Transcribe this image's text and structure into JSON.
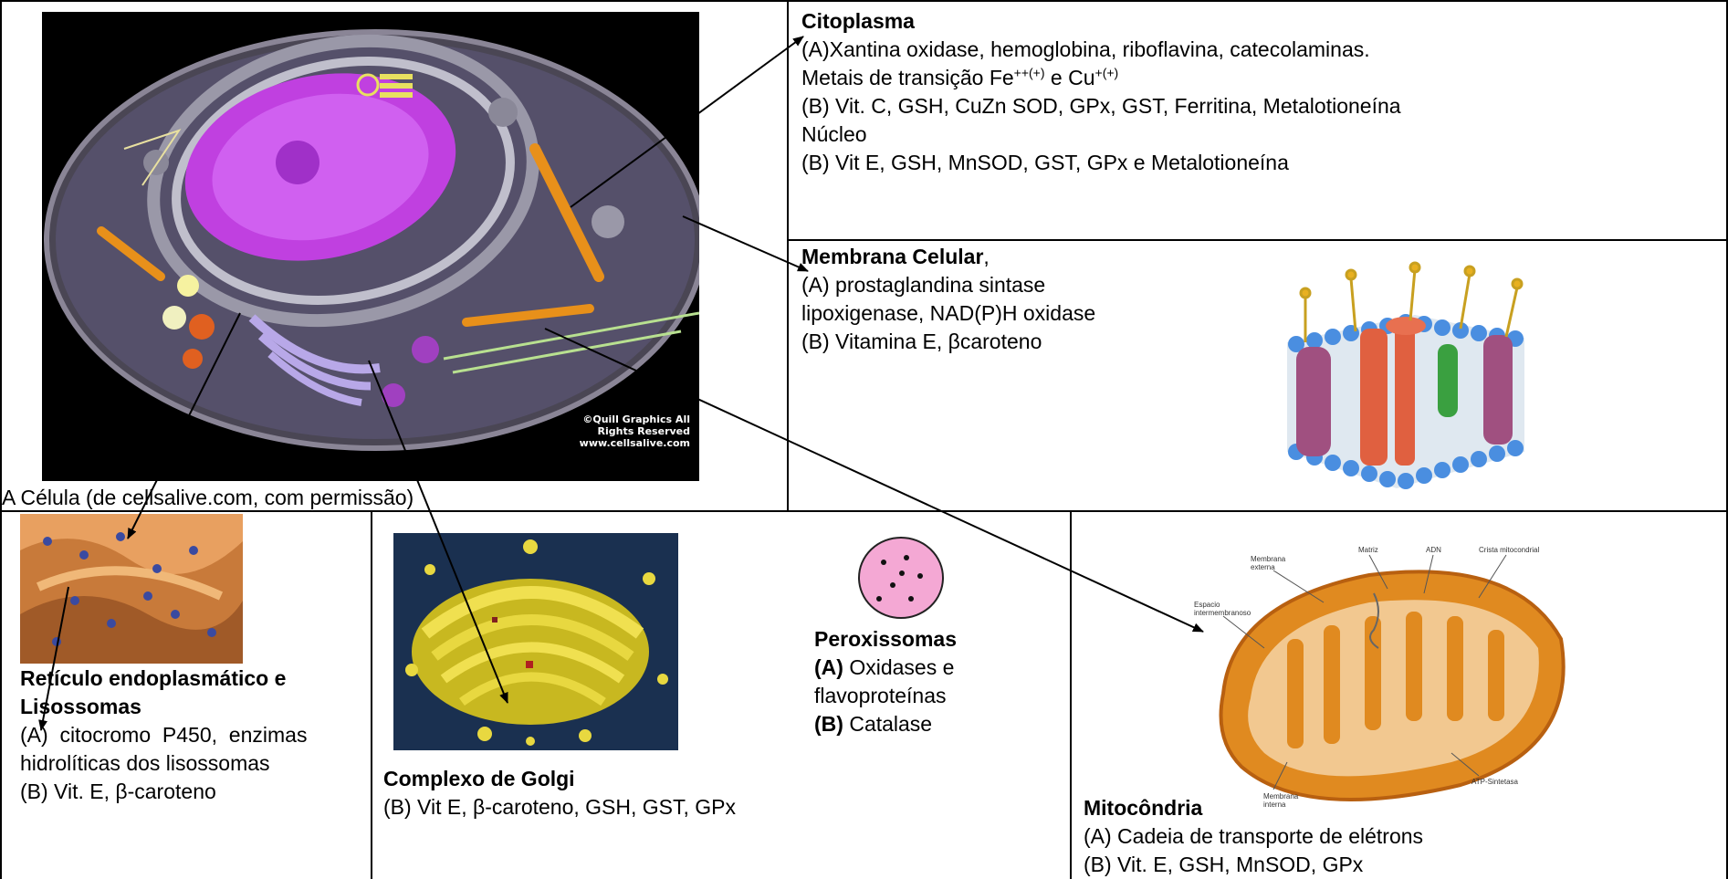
{
  "cell": {
    "caption": "A Célula (de cellsalive.com, com permissão)",
    "image_credit": "©Quill Graphics All Rights Reserved www.cellsalive.com"
  },
  "citoplasma": {
    "title": "Citoplasma",
    "line1": "(A)Xantina oxidase, hemoglobina, riboflavina, catecolaminas.",
    "line2_pre": "Metais de transição Fe",
    "line2_sup1": "++(+)",
    "line2_mid": " e Cu",
    "line2_sup2": "+(+)",
    "line3": "(B) Vit. C, GSH, CuZn SOD, GPx, GST, Ferritina, Metalotioneína",
    "line4": "Núcleo",
    "line5": "(B) Vit E, GSH, MnSOD, GST, GPx e Metalotioneína"
  },
  "membrana": {
    "title": "Membrana Celular",
    "title_suffix": ",",
    "line1": "(A) prostaglandina sintase",
    "line2": "lipoxigenase, NAD(P)H oxidase",
    "line3": "(B) Vitamina E, βcaroteno"
  },
  "reticulo": {
    "title1": "Retículo endoplasmático e",
    "title2": "Lisossomas",
    "line1": "(A)  citocromo  P450,  enzimas",
    "line2": "hidrolíticas dos lisossomas",
    "line3": "(B) Vit. E, β-caroteno"
  },
  "golgi": {
    "title": "Complexo de Golgi",
    "line1": "(B) Vit E, β-caroteno, GSH, GST, GPx"
  },
  "peroxissomas": {
    "title": "Peroxissomas",
    "a_label": "(A)",
    "a_text": " Oxidases e",
    "line2": "flavoproteínas",
    "b_label": "(B)",
    "b_text": " Catalase"
  },
  "mitocondria": {
    "title": "Mitocôndria",
    "line1": "(A) Cadeia de transporte de elétrons",
    "line2": "(B) Vit. E, GSH, MnSOD, GPx",
    "labels": {
      "membrana_externa": "Membrana externa",
      "matriz": "Matriz",
      "adn": "ADN",
      "crista": "Crista mitocondrial",
      "espaco": "Espacio intermembranoso",
      "atp": "ATP-Sintetasa",
      "membrana_interna": "Membrana interna"
    }
  }
}
